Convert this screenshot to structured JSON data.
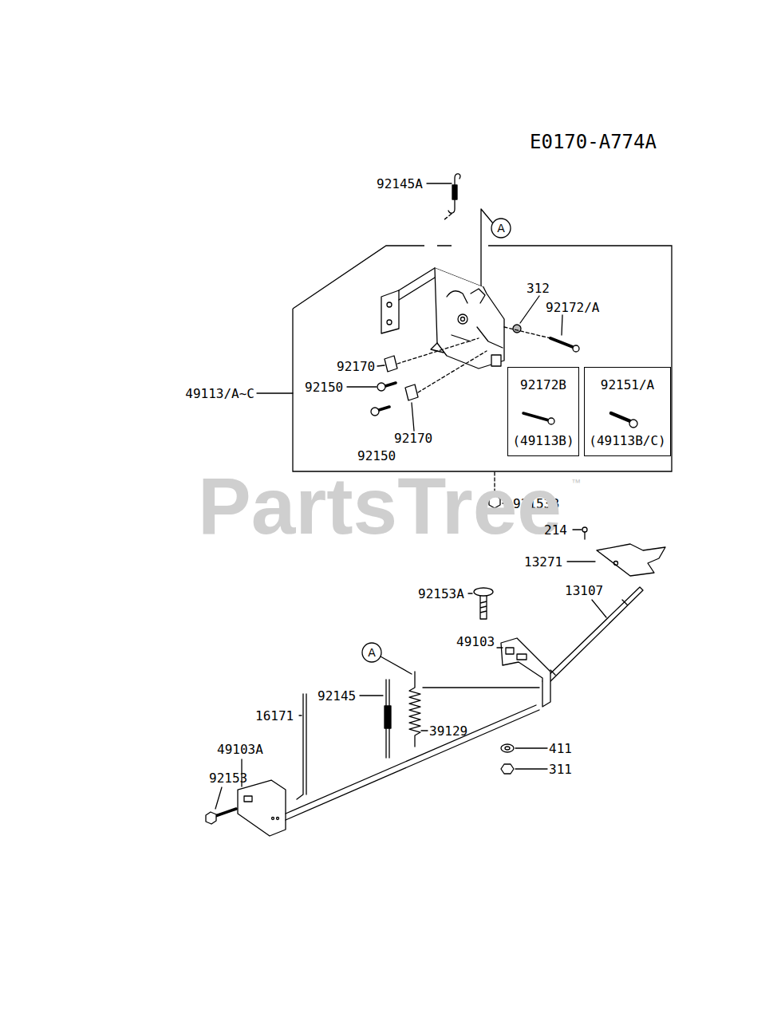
{
  "diagram": {
    "nodes": [
      {
        "text": [
          "A"
        ]
      },
      {
        "text": [
          "49113/A~C"
        ]
      },
      {
        "text": [
          "92172B",
          "(49113B)"
        ],
        "in": 1
      },
      {
        "text": [
          "92151/A",
          "(49113B/C)"
        ],
        "in": 1
      },
      {
        "text": [
          "A"
        ]
      }
    ],
    "labels": [
      "E0170-A774A",
      "92145A",
      "312",
      "92172/A",
      "92170",
      "92150",
      "92170",
      "92150",
      "92153B",
      "PartsTree",
      "™",
      "214",
      "13271",
      "92153A",
      "13107",
      "49103",
      "92145",
      "39129",
      "16171",
      "49103A",
      "92153",
      "411",
      "311"
    ]
  }
}
